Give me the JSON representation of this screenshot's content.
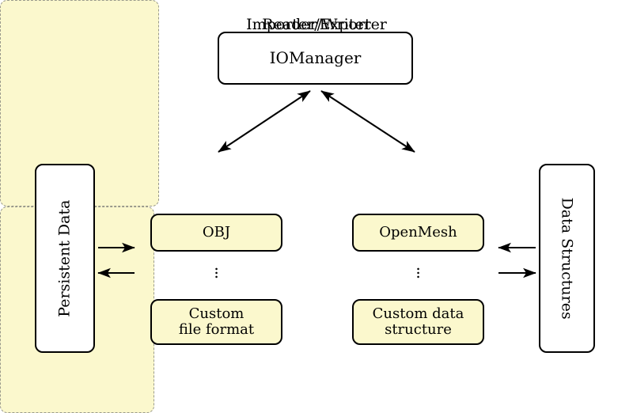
{
  "diagram": {
    "title_node": {
      "label": "IOManager"
    },
    "left_endpoint": {
      "label": "Persistent Data"
    },
    "right_endpoint": {
      "label": "Data Structures"
    },
    "groups": [
      {
        "id": "reader-writer",
        "title": "Reader/Writer",
        "items": [
          {
            "label": "OBJ"
          },
          {
            "label": "⋮"
          },
          {
            "label": "Custom\nfile format",
            "line1": "Custom",
            "line2": "file format"
          }
        ]
      },
      {
        "id": "importer-exporter",
        "title": "Importer/Exporter",
        "items": [
          {
            "label": "OpenMesh"
          },
          {
            "label": "⋮"
          },
          {
            "label": "Custom data\nstructure",
            "line1": "Custom data",
            "line2": "structure"
          }
        ]
      }
    ],
    "ellipsis": "⋮",
    "connections": [
      {
        "from": "IOManager",
        "to": "Reader/Writer",
        "style": "double-arrow"
      },
      {
        "from": "IOManager",
        "to": "Importer/Exporter",
        "style": "double-arrow"
      },
      {
        "from": "Persistent Data",
        "to": "Reader/Writer",
        "style": "arrow-right"
      },
      {
        "from": "Reader/Writer",
        "to": "Persistent Data",
        "style": "arrow-left"
      },
      {
        "from": "Data Structures",
        "to": "Importer/Exporter",
        "style": "arrow-left"
      },
      {
        "from": "Importer/Exporter",
        "to": "Data Structures",
        "style": "arrow-right"
      }
    ],
    "colors": {
      "group_fill": "#fbf8cd",
      "group_border": "#9a9a8c",
      "node_border": "#000000",
      "background": "#ffffff",
      "text": "#000000"
    }
  }
}
